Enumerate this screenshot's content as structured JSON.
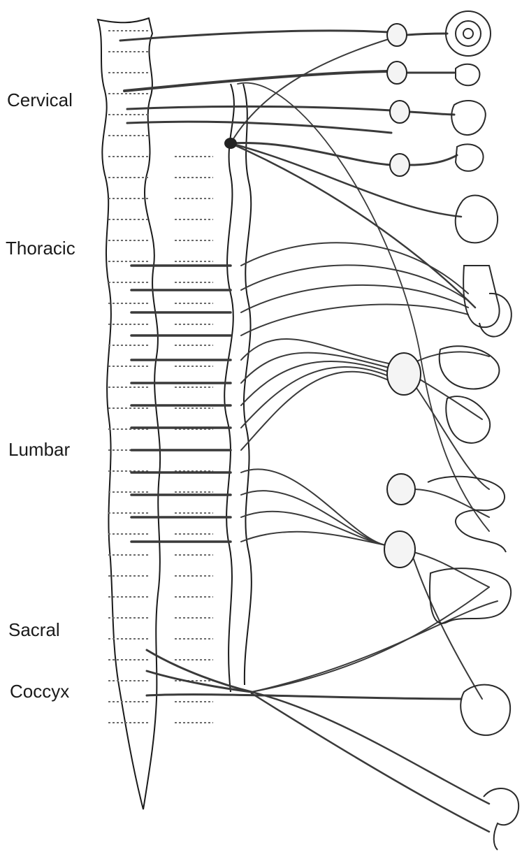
{
  "regions": {
    "cervical": "Cervical",
    "thoracic": "Thoracic",
    "lumbar": "Lumbar",
    "sacral": "Sacral",
    "coccyx": "Coccyx"
  }
}
